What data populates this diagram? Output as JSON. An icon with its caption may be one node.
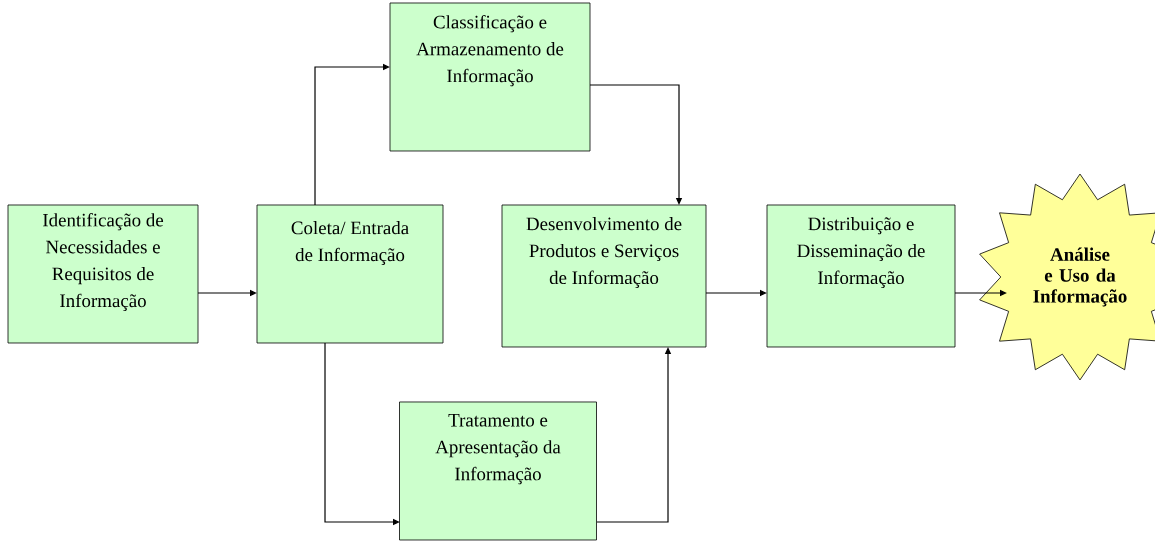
{
  "diagram": {
    "nodes": [
      {
        "text": [
          "Identificação de Necessidades e Requisitos de Informação"
        ]
      },
      {
        "text": [
          "Coleta/ Entrada de Informação"
        ]
      },
      {
        "text": [
          "Classificação e Armazenamento de Informação"
        ]
      },
      {
        "text": [
          "Desenvolvimento de Produtos e Serviços de Informação"
        ]
      },
      {
        "text": [
          "Tratamento e Apresentação da Informação"
        ]
      },
      {
        "text": [
          "Distribuição e Disseminação de Informação"
        ]
      },
      {
        "text": [
          "Análise e Uso da Informação"
        ]
      }
    ],
    "edges": [
      {
        "from": 0,
        "to": 1,
        "arrow": "to"
      },
      {
        "from": 1,
        "to": 2,
        "arrow": "to"
      },
      {
        "from": 2,
        "to": 3,
        "arrow": "to"
      },
      {
        "from": 1,
        "to": 4,
        "arrow": "to"
      },
      {
        "from": 4,
        "to": 3,
        "arrow": "to"
      },
      {
        "from": 3,
        "to": 5,
        "arrow": "to"
      },
      {
        "from": 5,
        "to": 6,
        "arrow": "to"
      }
    ]
  }
}
